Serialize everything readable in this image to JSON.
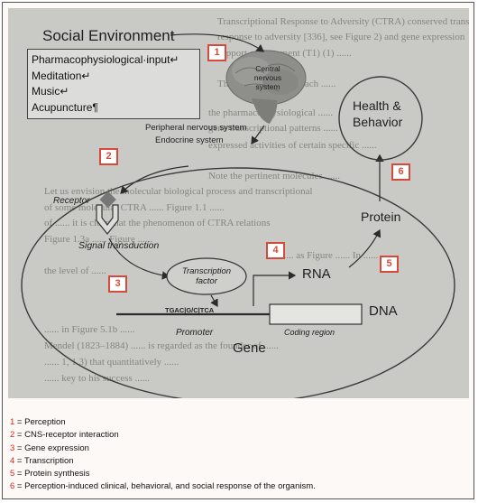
{
  "background_text": [
    "Transcriptional Response to Adversity (CTRA) conserved transcriptional",
    "response to adversity [336], see Figure 2) and gene expression",
    "support of Statement (T1) (1) ......",
    "The first CTRA approach ......",
    "the pharmacophysiological ......",
    "gene transcriptional patterns ......",
    "expressed activities of certain specific ......",
    "Note the pertinent molecules ......",
    "Let us envision the molecular biological process and transcriptional",
    "of some molecular CTRA ...... Figure 1.1 ......",
    "of ...... it is clear that the phenomenon of CTRA relations",
    "Figure 1.3a ...... Figure ......",
    "...... as Figure ...... In ......",
    "the level of ......",
    "...... in Figure 5.1b ......",
    "Mendel (1823–1884) ...... is regarded as the founder of ......",
    "...... 1, 1.3) that quantitatively ......",
    "...... key to his success ......"
  ],
  "intervention_box": {
    "items": [
      "Pharmacophysiological·input↵",
      "Meditation↵",
      "Music↵",
      "Acupuncture¶"
    ]
  },
  "diagram": {
    "social_environment": "Social Environment",
    "central_nervous_system": "Central nervous system",
    "peripheral_nervous_system": "Peripheral nervous system",
    "endocrine_system": "Endocrine system",
    "receptor": "Receptor",
    "signal_transduction": "Signal transduction",
    "transcription_factor": "Transcription factor",
    "promoter_sequence": "TGAC|G/C|TCA",
    "promoter": "Promoter",
    "coding_region": "Coding region",
    "dna": "DNA",
    "rna": "RNA",
    "protein": "Protein",
    "health_behavior": "Health & Behavior",
    "gene": "Gene"
  },
  "badges": [
    "1",
    "2",
    "3",
    "4",
    "5",
    "6"
  ],
  "legend": [
    {
      "num": "1",
      "text": " = Perception"
    },
    {
      "num": "2",
      "text": " = CNS-receptor interaction"
    },
    {
      "num": "3",
      "text": " = Gene expression"
    },
    {
      "num": "4",
      "text": " = Transcription"
    },
    {
      "num": "5",
      "text": " = Protein synthesis"
    },
    {
      "num": "6",
      "text": " = Perception-induced clinical, behavioral, and social response of the organism."
    }
  ],
  "colors": {
    "badge": "#d64a3c",
    "legend_number": "#e0241b",
    "photo_background": "#c9c9c6"
  }
}
